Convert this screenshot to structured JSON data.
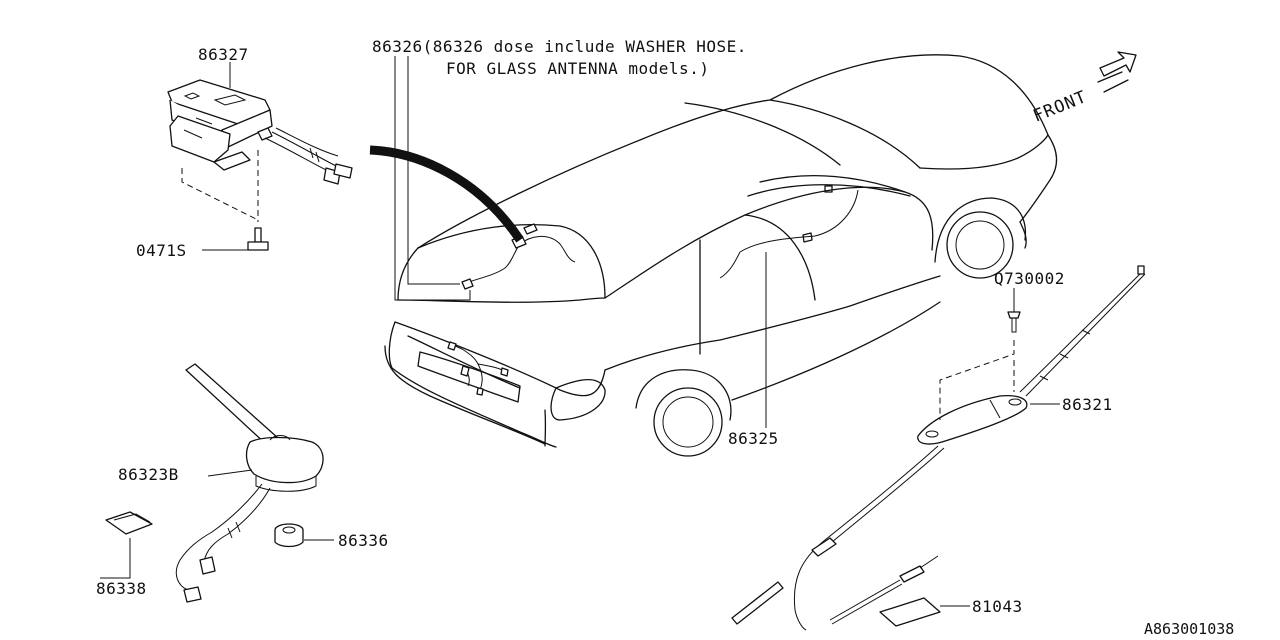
{
  "diagram": {
    "front_label": "FRONT",
    "figure_code": "A863001038",
    "note": {
      "line1": "86326(86326 dose include WASHER HOSE.",
      "line2": "FOR GLASS ANTENNA models.)"
    },
    "parts": {
      "p86327": "86327",
      "p0471S": "0471S",
      "p86323B": "86323B",
      "p86338": "86338",
      "p86336": "86336",
      "p86325": "86325",
      "pQ730002": "Q730002",
      "p86321": "86321",
      "p81043": "81043"
    }
  }
}
